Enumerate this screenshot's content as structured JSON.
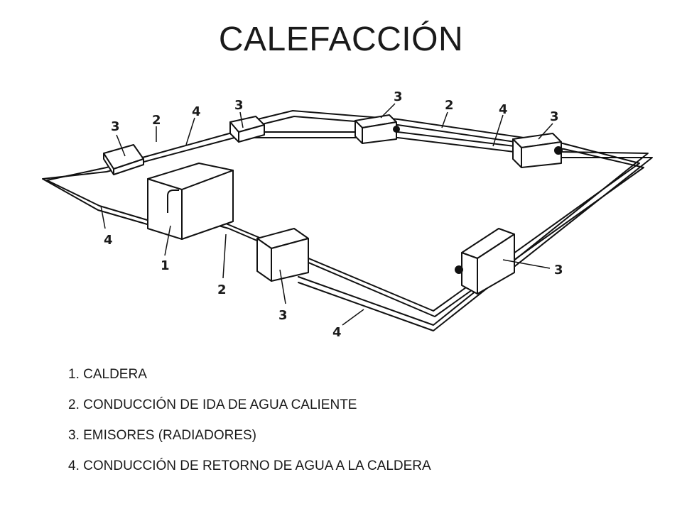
{
  "title": "CALEFACCIÓN",
  "diagram": {
    "callouts": {
      "boiler": "1",
      "supply_pipe": "2",
      "emitter": "3",
      "return_pipe": "4"
    }
  },
  "legend": [
    "1. CALDERA",
    "2. CONDUCCIÓN DE IDA DE AGUA CALIENTE",
    "3. EMISORES (RADIADORES)",
    "4. CONDUCCIÓN DE RETORNO DE AGUA A LA CALDERA"
  ]
}
